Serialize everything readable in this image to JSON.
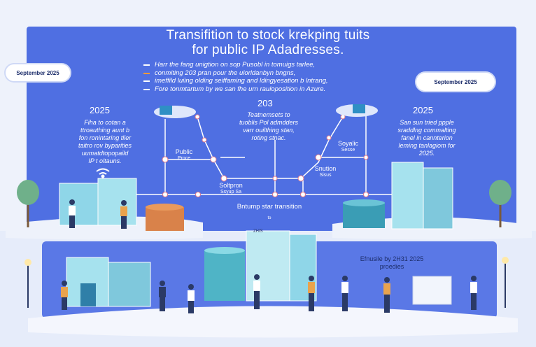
{
  "title": {
    "line1": "Transifition to stock krekping tuits",
    "line2": "for public IP Adadresses."
  },
  "bullets": [
    "Harr the fang unigtion on sop Pusobl in tomuigs tarlee,",
    "conmiting 203 pran pour the ulorldanbyn bngns,",
    "imeffild luiing olding seiffaming and ldingyesation b lntrang,",
    "Fore tonmtartum by we san fhe urn rauloposition in Azure."
  ],
  "clouds": {
    "left": "September 2025",
    "right": "September 2025"
  },
  "left": {
    "year": "2025",
    "text": [
      "Fiha to cotan a",
      "ttroauthing aunt b",
      "fon ronintaring tlier",
      "taitro rov byparities",
      "uumatdtopopaild",
      "IP t oltauns."
    ]
  },
  "center": {
    "year": "203",
    "text": [
      "Teatnemsets to",
      "tuoblis Pol admdders",
      "varr ouilthing stan,",
      "roting stnac."
    ]
  },
  "right": {
    "year": "2025",
    "text": [
      "San sun tried ppple",
      "sraddlng commalting",
      "fanel in cannterion",
      "leming tanlagiom for",
      "2025."
    ]
  },
  "nodes": {
    "public": {
      "title": "Public",
      "sub": "Proce"
    },
    "soyalic": {
      "title": "Soyalic",
      "sub": "Sesse"
    },
    "soltpron": {
      "title": "Soltpron",
      "sub": "Ssyup Sa"
    },
    "snution": {
      "title": "Snution",
      "sub": "Sisus"
    }
  },
  "transition": {
    "label": "Bntump star transition",
    "sub": "to"
  },
  "small_label": "ZHIS",
  "bottom": {
    "line1": "Efnusile by 2H31 2025",
    "line2": "proedies"
  },
  "colors": {
    "panel": "#4f6fe2",
    "accent": "#f59a3b",
    "building": "#8fd6e8"
  }
}
